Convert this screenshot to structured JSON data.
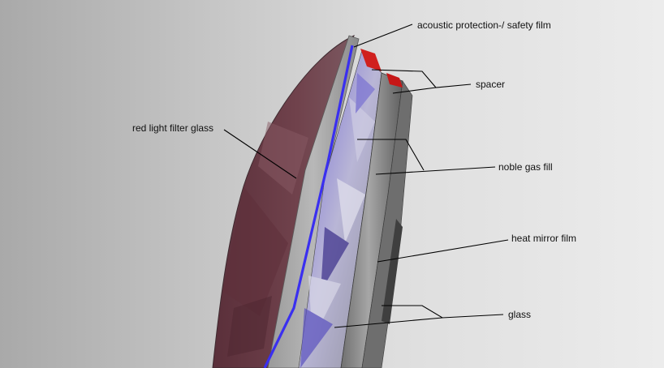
{
  "labels": {
    "acoustic_film": "acoustic protection-/ safety film",
    "spacer": "spacer",
    "red_filter_glass": "red light filter glass",
    "noble_gas": "noble gas fill",
    "heat_mirror": "heat mirror film",
    "glass": "glass"
  },
  "colors": {
    "red_filter_glass": "#6b3a44",
    "acoustic_film": "#3a2ff0",
    "spacer": "#d0201e",
    "glass": "#8f8f8f",
    "interior_facets": "#5a4fc8"
  }
}
